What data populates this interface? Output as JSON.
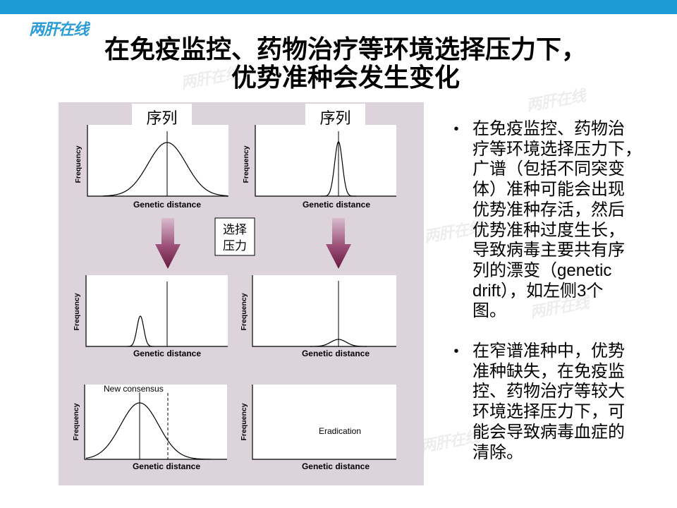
{
  "slide": {
    "logo_text": "两肝在线",
    "watermark_text": "两肝在线",
    "title": {
      "line1": "在免疫监控、药物治疗等环境选择压力下，",
      "line2": "优势准种会发生变化"
    },
    "colors": {
      "top_bar": "#1c9ad6",
      "logo": "#2b9cd8",
      "title_text": "#000000",
      "figure_background": "#ddd3db",
      "arrow_gradient_top": "#d8bccd",
      "arrow_gradient_mid": "#9c5079",
      "arrow_gradient_bottom": "#661a3e"
    }
  },
  "figure": {
    "y_axis_label": "Frequency",
    "x_axis_label": "Genetic distance",
    "column_header": "序列",
    "selection_pressure_box": {
      "line1": "选择",
      "line2": "压力"
    },
    "annotations": {
      "new_consensus": "New consensus",
      "eradication": "Eradication"
    }
  },
  "bullets": {
    "symbol": "•",
    "items": [
      {
        "lines": [
          "在免疫监控、药物治",
          "疗等环境选择压力下，",
          "广谱（包括不同突变",
          "体）准种可能会出现",
          "优势准种存活，然后",
          "优势准种过度生长，",
          "导致病毒主要共有序",
          "列的漂变（genetic",
          "drift），如左侧3个",
          "图。"
        ]
      },
      {
        "lines": [
          "在窄谱准种中，优势",
          "准种缺失，在免疫监",
          "控、药物治疗等较大",
          "环境选择压力下，可",
          "能会导致病毒血症的",
          "清除。"
        ]
      }
    ]
  }
}
